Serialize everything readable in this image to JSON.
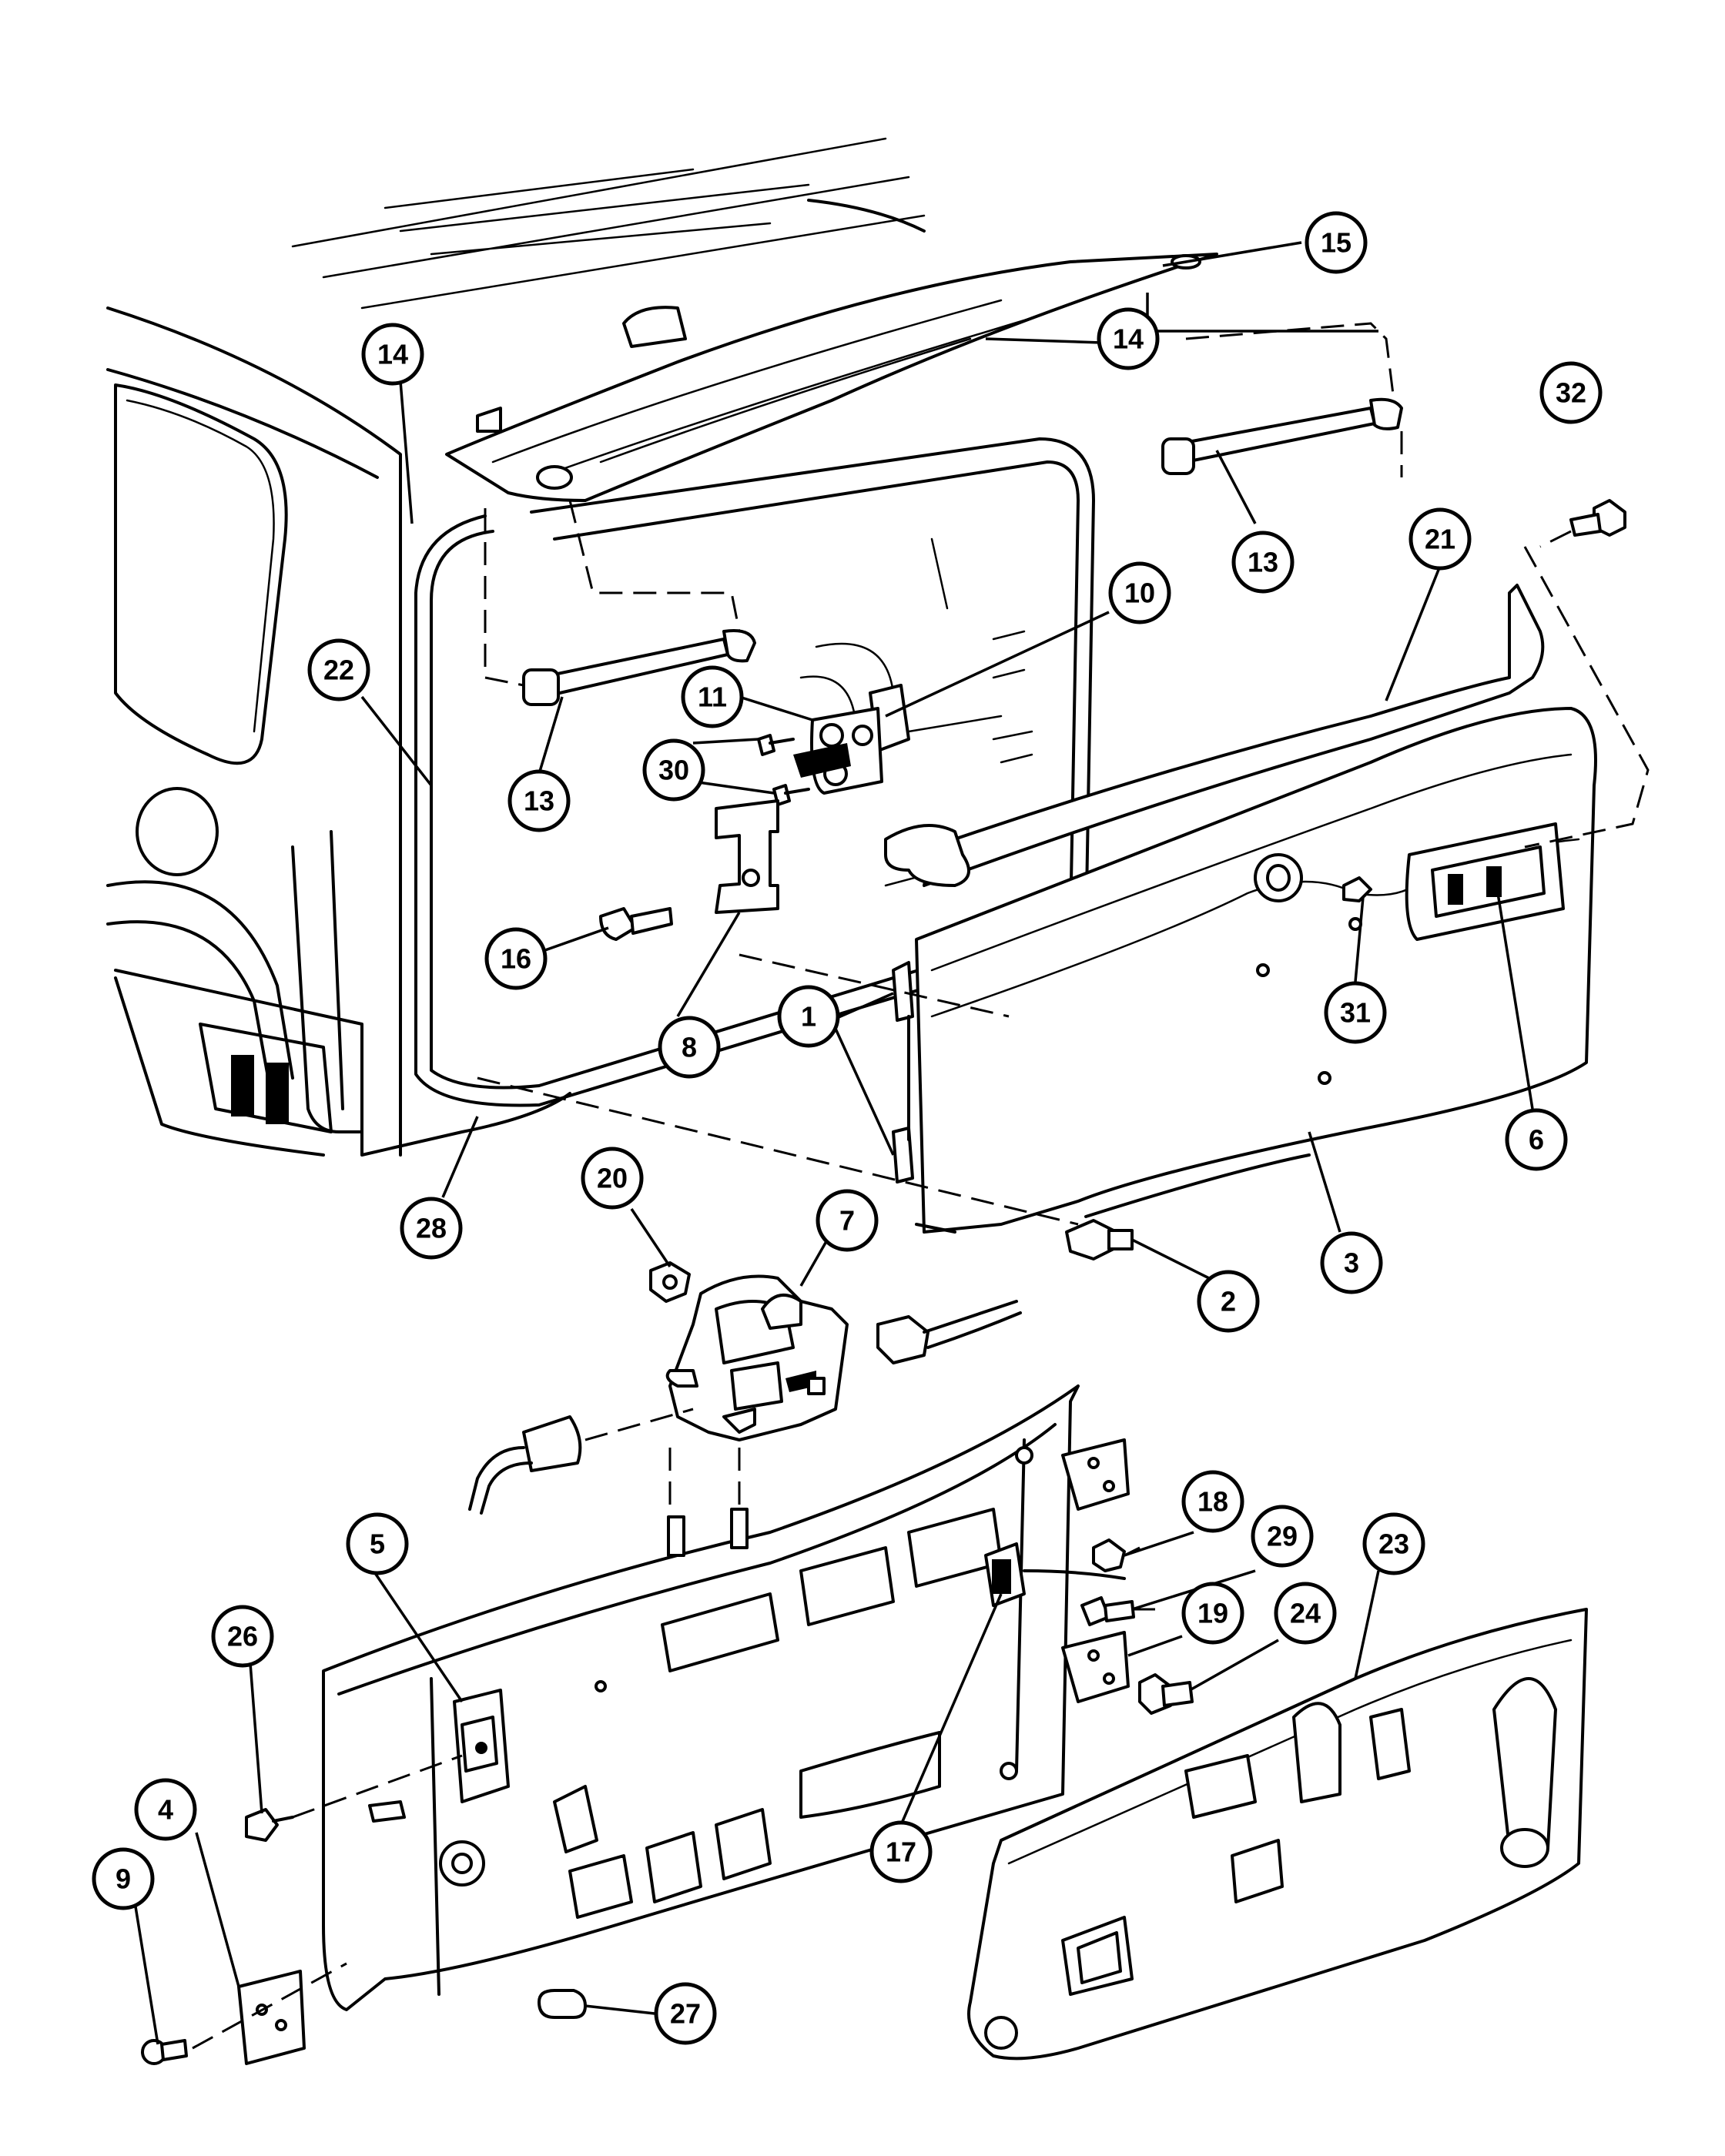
{
  "callouts": [
    {
      "id": "c15",
      "label": "15"
    },
    {
      "id": "c14a",
      "label": "14"
    },
    {
      "id": "c14b",
      "label": "14"
    },
    {
      "id": "c32",
      "label": "32"
    },
    {
      "id": "c13a",
      "label": "13"
    },
    {
      "id": "c21",
      "label": "21"
    },
    {
      "id": "c10",
      "label": "10"
    },
    {
      "id": "c22",
      "label": "22"
    },
    {
      "id": "c11",
      "label": "11"
    },
    {
      "id": "c30",
      "label": "30"
    },
    {
      "id": "c13b",
      "label": "13"
    },
    {
      "id": "c16",
      "label": "16"
    },
    {
      "id": "c31",
      "label": "31"
    },
    {
      "id": "c8",
      "label": "8"
    },
    {
      "id": "c1",
      "label": "1"
    },
    {
      "id": "c6",
      "label": "6"
    },
    {
      "id": "c28",
      "label": "28"
    },
    {
      "id": "c20",
      "label": "20"
    },
    {
      "id": "c7",
      "label": "7"
    },
    {
      "id": "c3",
      "label": "3"
    },
    {
      "id": "c2",
      "label": "2"
    },
    {
      "id": "c18",
      "label": "18"
    },
    {
      "id": "c5",
      "label": "5"
    },
    {
      "id": "c29",
      "label": "29"
    },
    {
      "id": "c23",
      "label": "23"
    },
    {
      "id": "c19",
      "label": "19"
    },
    {
      "id": "c24",
      "label": "24"
    },
    {
      "id": "c26",
      "label": "26"
    },
    {
      "id": "c4",
      "label": "4"
    },
    {
      "id": "c9",
      "label": "9"
    },
    {
      "id": "c17",
      "label": "17"
    },
    {
      "id": "c27",
      "label": "27"
    }
  ]
}
